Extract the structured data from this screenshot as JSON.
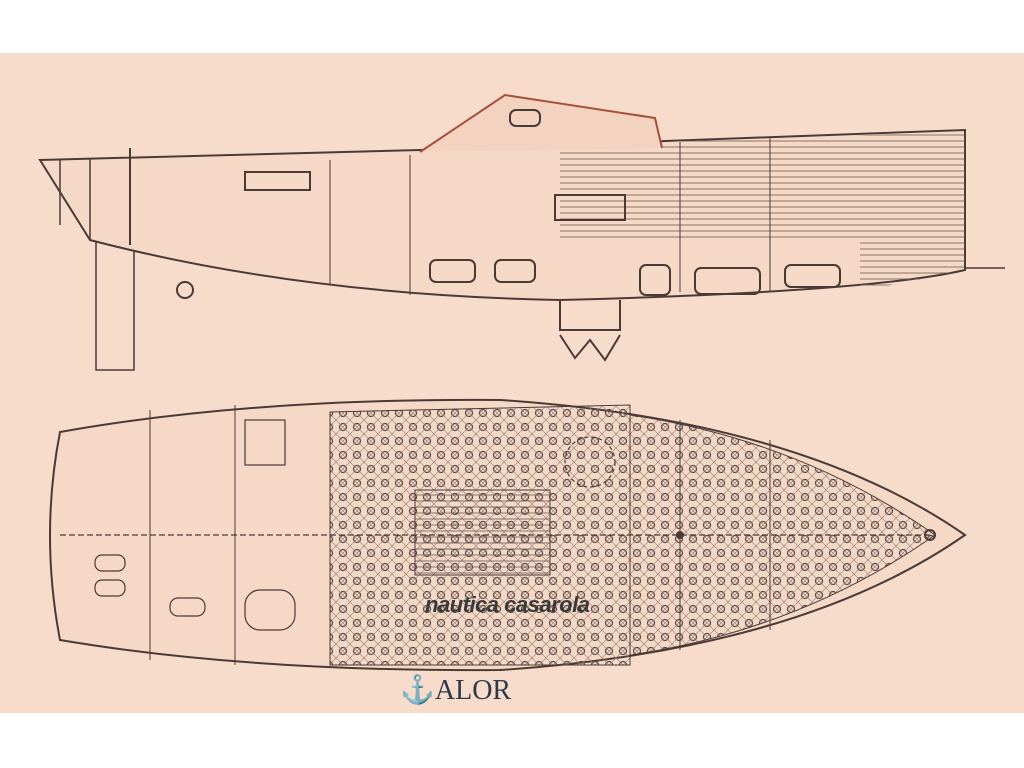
{
  "watermark": {
    "brand": "nautica casarola",
    "dealer_icon": "anchor",
    "dealer_text": "ALOR"
  },
  "colors": {
    "paper": "#f8dccb",
    "ink": "#4a3a36",
    "cabin_accent": "#a5503c"
  }
}
